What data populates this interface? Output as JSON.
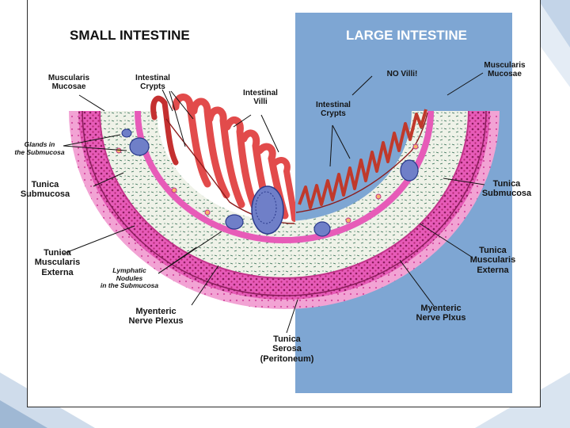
{
  "headings": {
    "small": "SMALL INTESTINE",
    "large": "LARGE INTESTINE"
  },
  "labels": {
    "muscularis_mucosae_left": "Muscularis\nMucosae",
    "intestinal_crypts_left": "Intestinal\nCrypts",
    "intestinal_villi": "Intestinal\nVilli",
    "glands_submucosa": "Glands in\nthe Submucosa",
    "tunica_submucosa_left": "Tunica\nSubmucosa",
    "tunica_muscularis_externa_left": "Tunica\nMuscularis\nExterna",
    "lymphatic_nodules": "Lymphatic\nNodules\nin the Submucosa",
    "myenteric_plexus_left": "Myenteric\nNerve Plexus",
    "tunica_serosa": "Tunica\nSerosa\n(Peritoneum)",
    "no_villi": "NO Villi!",
    "muscularis_mucosae_right": "Muscularis\nMucosae",
    "intestinal_crypts_right": "Intestinal\nCrypts",
    "tunica_submucosa_right": "Tunica\nSubmucosa",
    "tunica_muscularis_externa_right": "Tunica\nMuscularis\nExterna",
    "myenteric_plexus_right": "Myenteric\nNerve Plxus"
  },
  "colors": {
    "slide_accent": "#6b8fb3",
    "large_panel": "#7ea6d3",
    "serosa": "#f2a3d4",
    "muscularis": "#e75bb8",
    "submucosa": "#eff2e8",
    "villi": "#e24b4b",
    "nodules": "#3b4fa8"
  }
}
